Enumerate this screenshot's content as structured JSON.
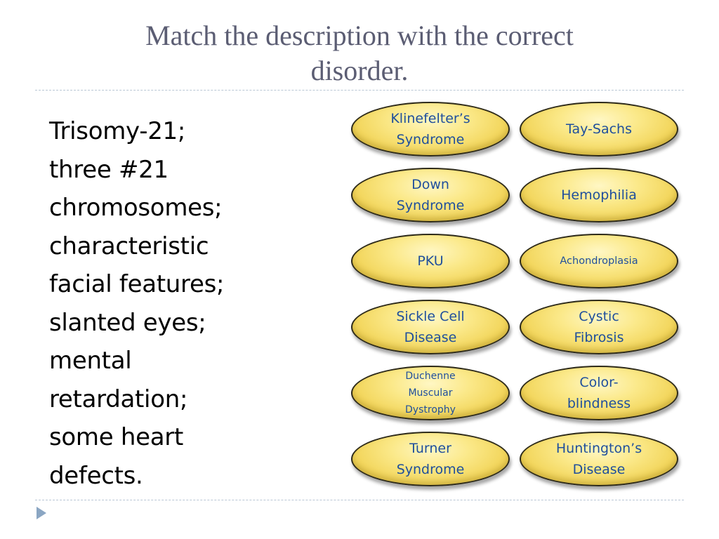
{
  "title": {
    "line1": "Match the description with the correct",
    "line2": "disorder."
  },
  "description": {
    "lines": [
      "Trisomy-21;",
      "three #21",
      "chromosomes;",
      "characteristic",
      "facial features;",
      "slanted eyes;",
      "mental",
      "retardation;",
      "some heart",
      "defects."
    ]
  },
  "choices": [
    {
      "lines": [
        "Klinefelter’s",
        "Syndrome"
      ]
    },
    {
      "lines": [
        "Tay-Sachs"
      ]
    },
    {
      "lines": [
        "Down",
        "Syndrome"
      ]
    },
    {
      "lines": [
        "Hemophilia"
      ]
    },
    {
      "lines": [
        "PKU"
      ]
    },
    {
      "lines": [
        "Achondroplasia"
      ]
    },
    {
      "lines": [
        "Sickle Cell",
        "Disease"
      ]
    },
    {
      "lines": [
        "Cystic",
        "Fibrosis"
      ]
    },
    {
      "lines": [
        "Duchenne",
        "Muscular",
        "Dystrophy"
      ]
    },
    {
      "lines": [
        "Color-",
        "blindness"
      ]
    },
    {
      "lines": [
        "Turner",
        "Syndrome"
      ]
    },
    {
      "lines": [
        "Huntington’s",
        "Disease"
      ]
    }
  ],
  "colors": {
    "title": "#5b5d73",
    "choice_text": "#1f4f9c",
    "choice_fill": "#f2d55a",
    "nav_arrow": "#8ba6c3"
  },
  "icons": {
    "nav": "triangle-right-icon"
  }
}
